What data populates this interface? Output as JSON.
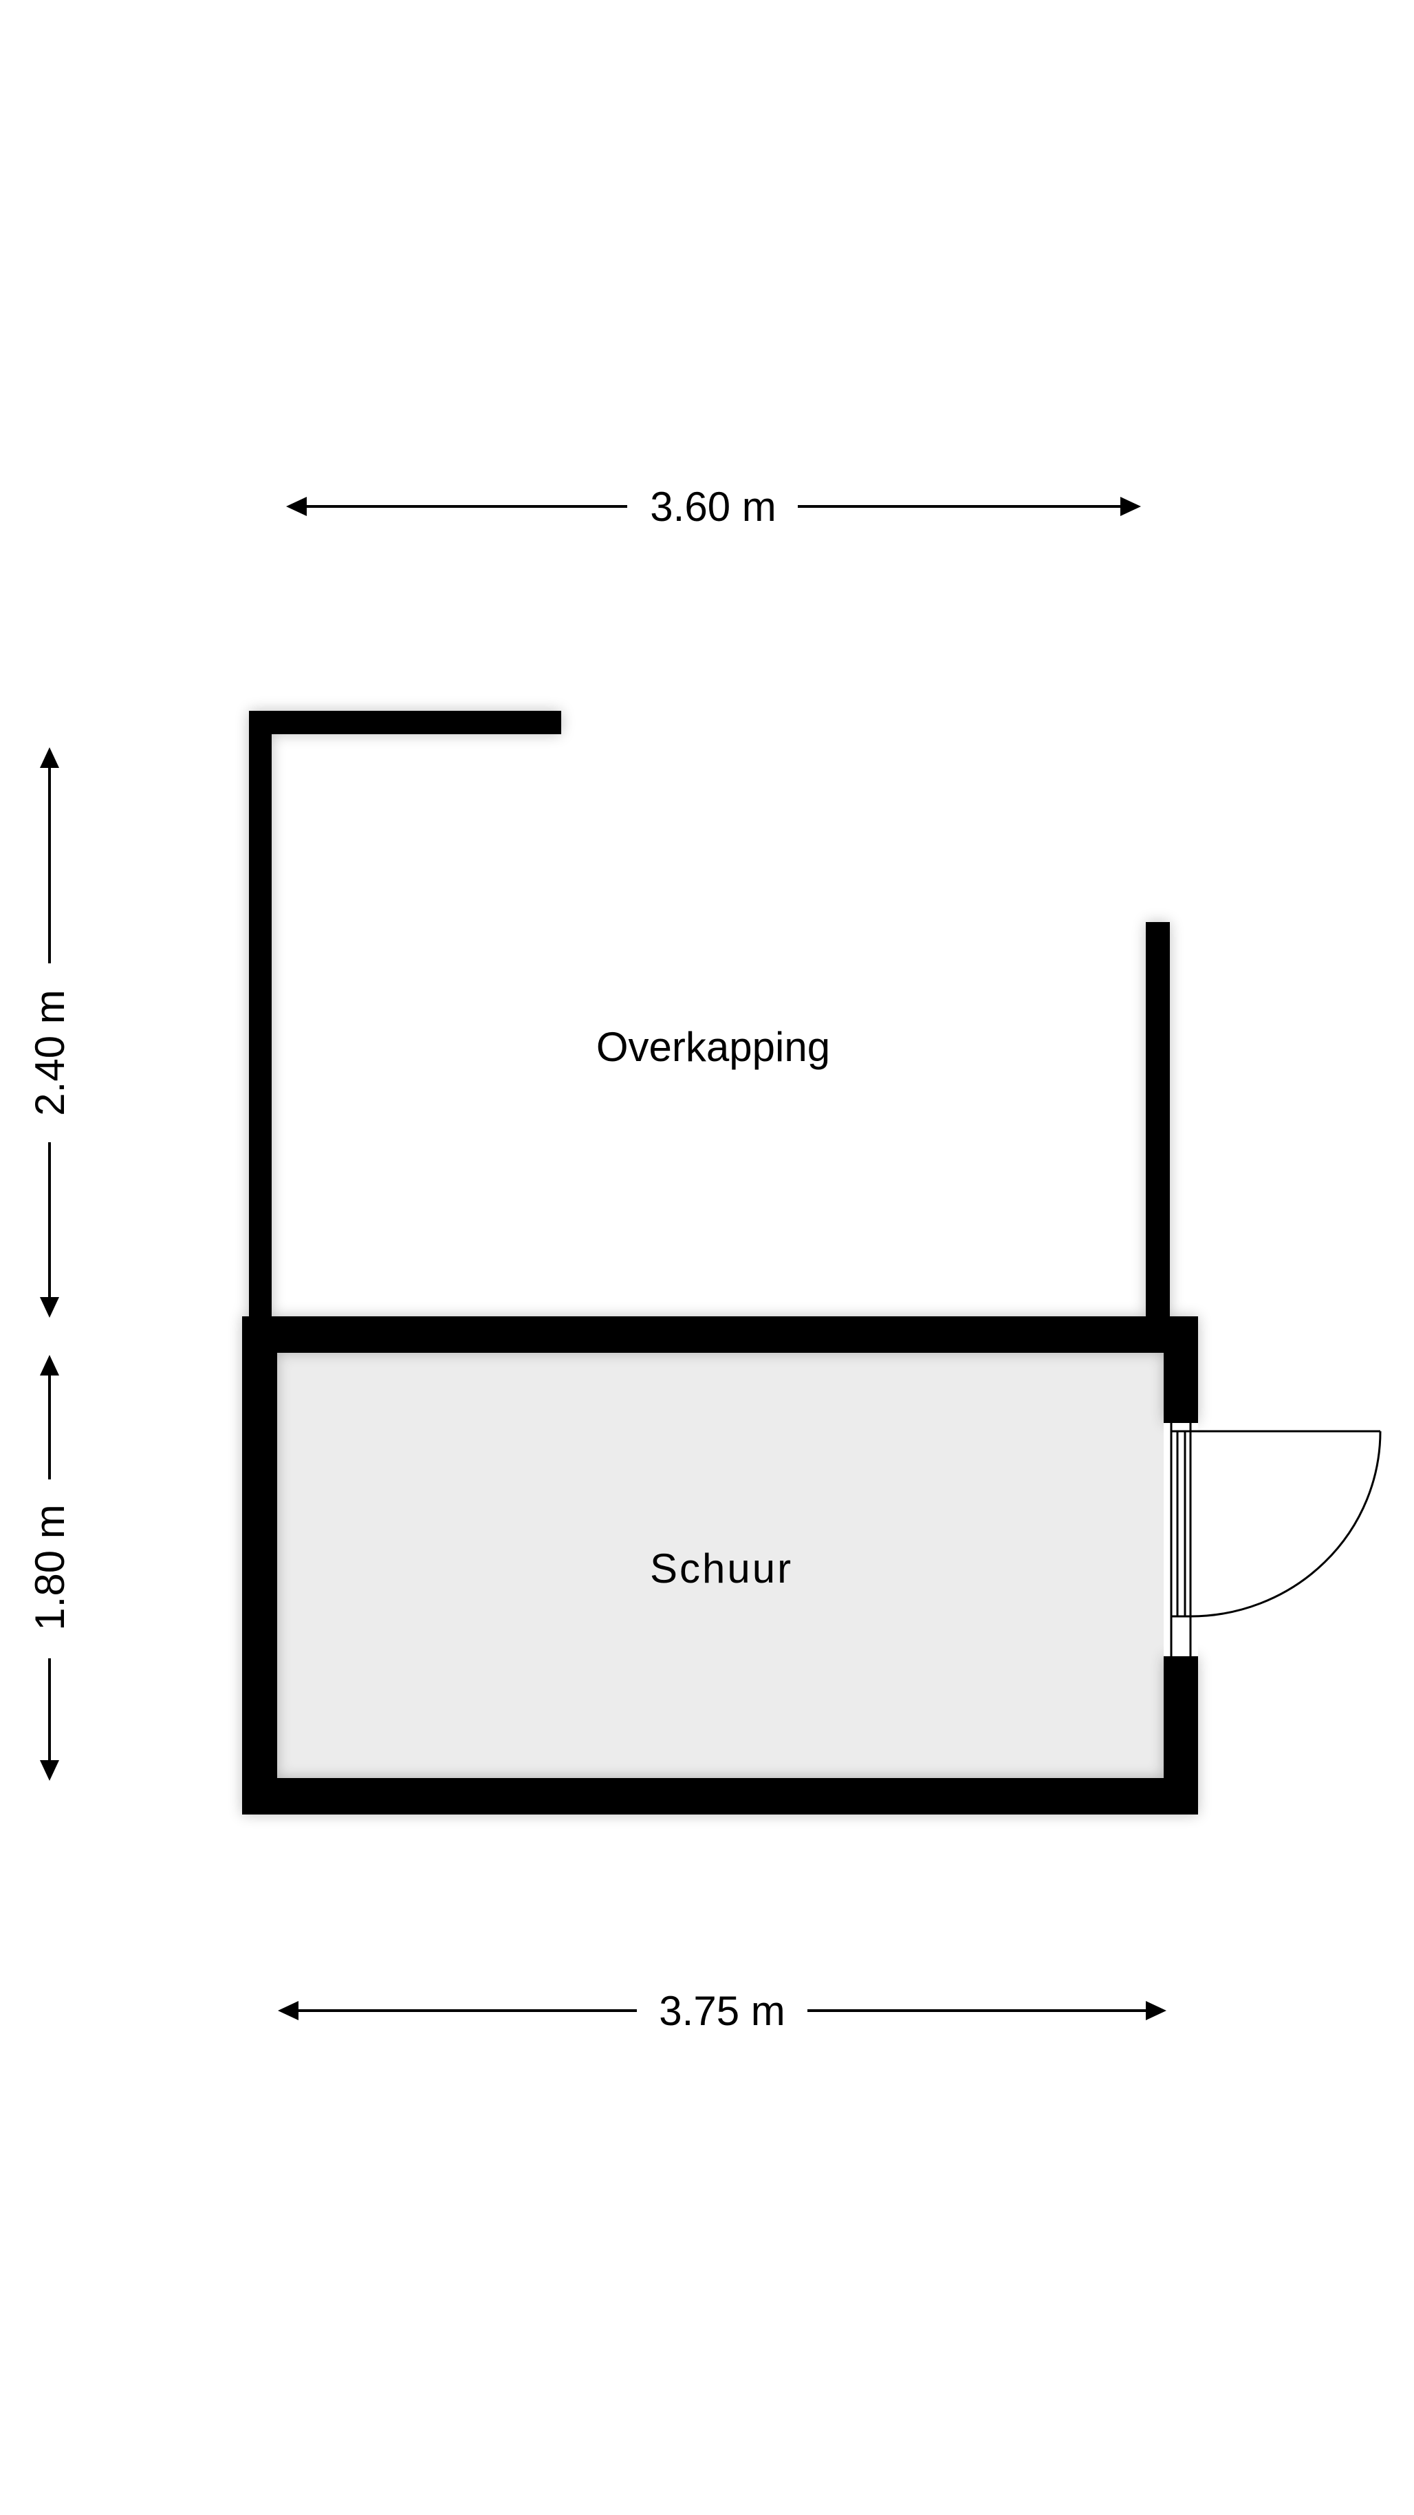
{
  "plan": {
    "rooms": [
      {
        "name": "Overkapping"
      },
      {
        "name": "Schuur"
      }
    ],
    "dimensions": {
      "top_width": "3.60 m",
      "bottom_width": "3.75 m",
      "left_upper_height": "2.40 m",
      "left_lower_height": "1.80 m"
    }
  },
  "colors": {
    "wall": "#000000",
    "schuur_floor": "#ececec",
    "background": "#ffffff"
  }
}
